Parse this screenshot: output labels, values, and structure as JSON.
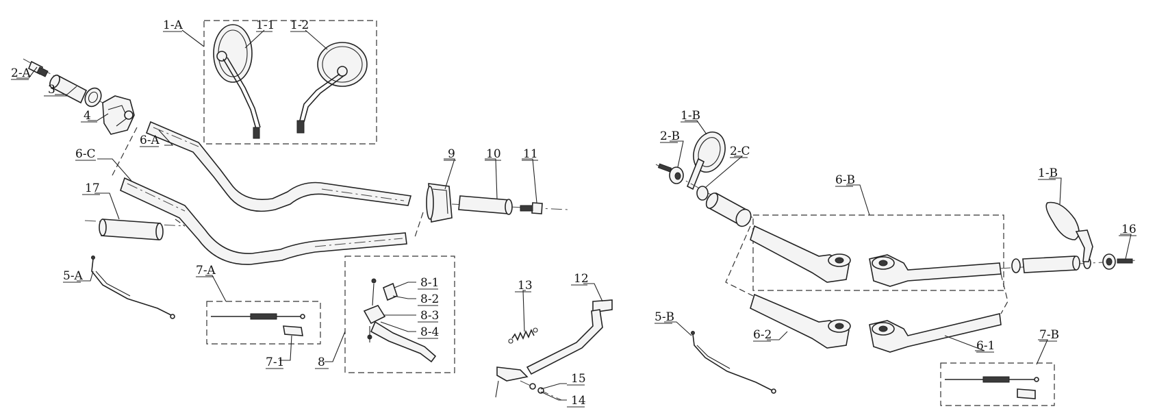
{
  "diagram": {
    "callouts": [
      "1-A",
      "1-1",
      "1-2",
      "2-A",
      "3",
      "4",
      "6-A",
      "6-C",
      "17",
      "9",
      "10",
      "11",
      "5-A",
      "7-A",
      "7-1",
      "8",
      "8-1",
      "8-2",
      "8-3",
      "8-4",
      "13",
      "12",
      "15",
      "14",
      "1-B",
      "2-B",
      "2-C",
      "6-B",
      "1-B",
      "16",
      "5-B",
      "6-2",
      "6-1",
      "7-B"
    ]
  }
}
